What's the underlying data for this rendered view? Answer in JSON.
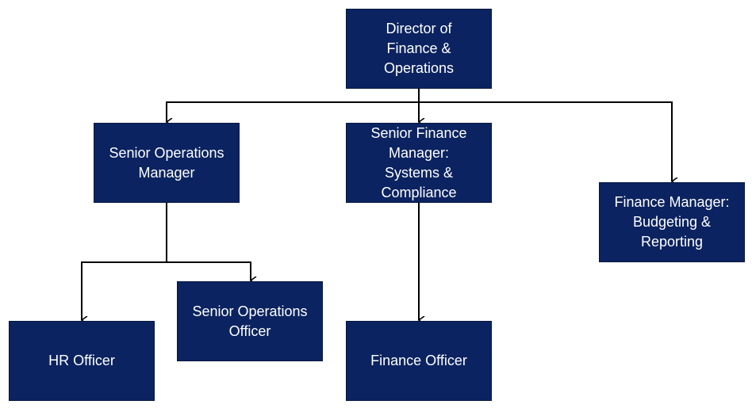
{
  "org_chart": {
    "nodes": [
      {
        "id": "director",
        "label": "Director of\nFinance &\nOperations"
      },
      {
        "id": "som",
        "label": "Senior Operations\nManager"
      },
      {
        "id": "sfm",
        "label": "Senior Finance\nManager:\nSystems &\nCompliance"
      },
      {
        "id": "fmbr",
        "label": "Finance Manager:\nBudgeting &\nReporting"
      },
      {
        "id": "soo",
        "label": "Senior Operations\nOfficer"
      },
      {
        "id": "hr",
        "label": "HR Officer"
      },
      {
        "id": "fo",
        "label": "Finance Officer"
      }
    ],
    "edges": [
      {
        "from": "director",
        "to": "som"
      },
      {
        "from": "director",
        "to": "sfm"
      },
      {
        "from": "director",
        "to": "fmbr"
      },
      {
        "from": "som",
        "to": "hr"
      },
      {
        "from": "som",
        "to": "soo"
      },
      {
        "from": "sfm",
        "to": "fo"
      }
    ]
  },
  "colors": {
    "box_fill": "#0b2360",
    "box_text": "#ffffff",
    "connector": "#000000"
  }
}
